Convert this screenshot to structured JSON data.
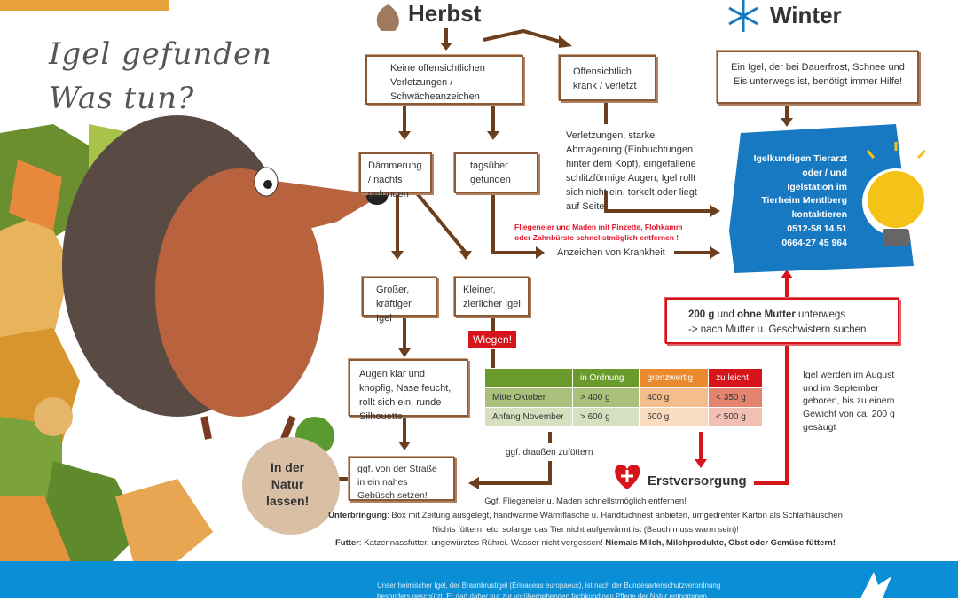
{
  "title": {
    "line1": "Igel gefunden",
    "line2": "Was tun?"
  },
  "herbst": {
    "label": "Herbst",
    "icon": "oak-leaf-icon"
  },
  "winter": {
    "label": "Winter",
    "icon": "snowflake-icon",
    "box": "Ein Igel, der bei Dauerfrost, Schnee und Eis unterwegs ist, benötigt immer Hilfe!"
  },
  "boxes": {
    "keine": "Keine offensichtlichen Verletzungen / Schwächeanzeichen",
    "krank": "Offensichtlich krank / verletzt",
    "daemmerung": "Dämmerung / nachts gefunden",
    "tagsueber": "tagsüber gefunden",
    "gross": "Großer, kräftiger Igel",
    "klein": "Kleiner, zierlicher Igel",
    "augen": "Augen klar und knopfig, Nase feucht, rollt sich ein, runde Silhouette",
    "strasse": "ggf. von der Straße in ein nahes Gebüsch setzen!"
  },
  "symptoms": "Verletzungen, starke Abmagerung (Einbuchtungen hinter dem Kopf), eingefallene schlitzförmige Augen, Igel rollt sich nicht ein, torkelt oder liegt auf Seite",
  "warning": "Fliegeneier und Maden mit Pinzette, Flohkamm oder Zahnbürste schnellstmöglich entfernen !",
  "krankheit": "Anzeichen von Krankheit",
  "contact": {
    "l1": "Igelkundigen Tierarzt",
    "l2": "oder / und",
    "l3": "Igelstation im",
    "l4": "Tierheim Mentlberg",
    "l5": "kontaktieren",
    "phone1": "0512-58 14 51",
    "phone2": "0664-27 45 964"
  },
  "mutter": {
    "b1": "200 g",
    "t1": " und ",
    "b2": "ohne Mutter",
    "t2": " unterwegs",
    "line2": "-> nach Mutter u. Geschwistern suchen"
  },
  "wiegen": "Wiegen!",
  "table": {
    "headers": [
      "",
      "in Ordnung",
      "grenzwertig",
      "zu leicht"
    ],
    "rows": [
      [
        "Mitte Oktober",
        "> 400 g",
        "400 g",
        "< 350 g"
      ],
      [
        "Anfang November",
        "> 600 g",
        "600 g",
        "< 500 g"
      ]
    ]
  },
  "born": "Igel werden im August und im September geboren, bis zu einem Gewicht von ca. 200 g gesäugt",
  "zufuettern": "ggf. draußen zufüttern",
  "natur": "In der Natur lassen!",
  "erst": "Erstversorgung",
  "bottom": {
    "l1": "Ggf. Fliegeneier u. Maden schnellstmöglich entfernen!",
    "l2b": "Unterbringung",
    "l2": ": Box mit Zeitung ausgelegt, handwarme Wärmflasche u. Handtuchnest anbieten, umgedrehter Karton als Schlafhäuschen",
    "l3": "Nichts füttern, etc. solange das Tier nicht aufgewärmt ist (Bauch muss warm sein)!",
    "l4b": "Futter",
    "l4": ": Katzennassfutter, ungewürztes Rührei. Wasser nicht vergessen! ",
    "l4c": "Niemals Milch, Milchprodukte, Obst oder Gemüse füttern!"
  },
  "footer": {
    "l1": "Unser heimischer Igel, der Braunbrustigel (Erinaceus europaeus), ist nach der Bundesartenschutzverordnung",
    "l2": "besonders geschützt. Er darf daher nur zur vorübergehenden fachkundigen Pflege der Natur entnommen"
  }
}
